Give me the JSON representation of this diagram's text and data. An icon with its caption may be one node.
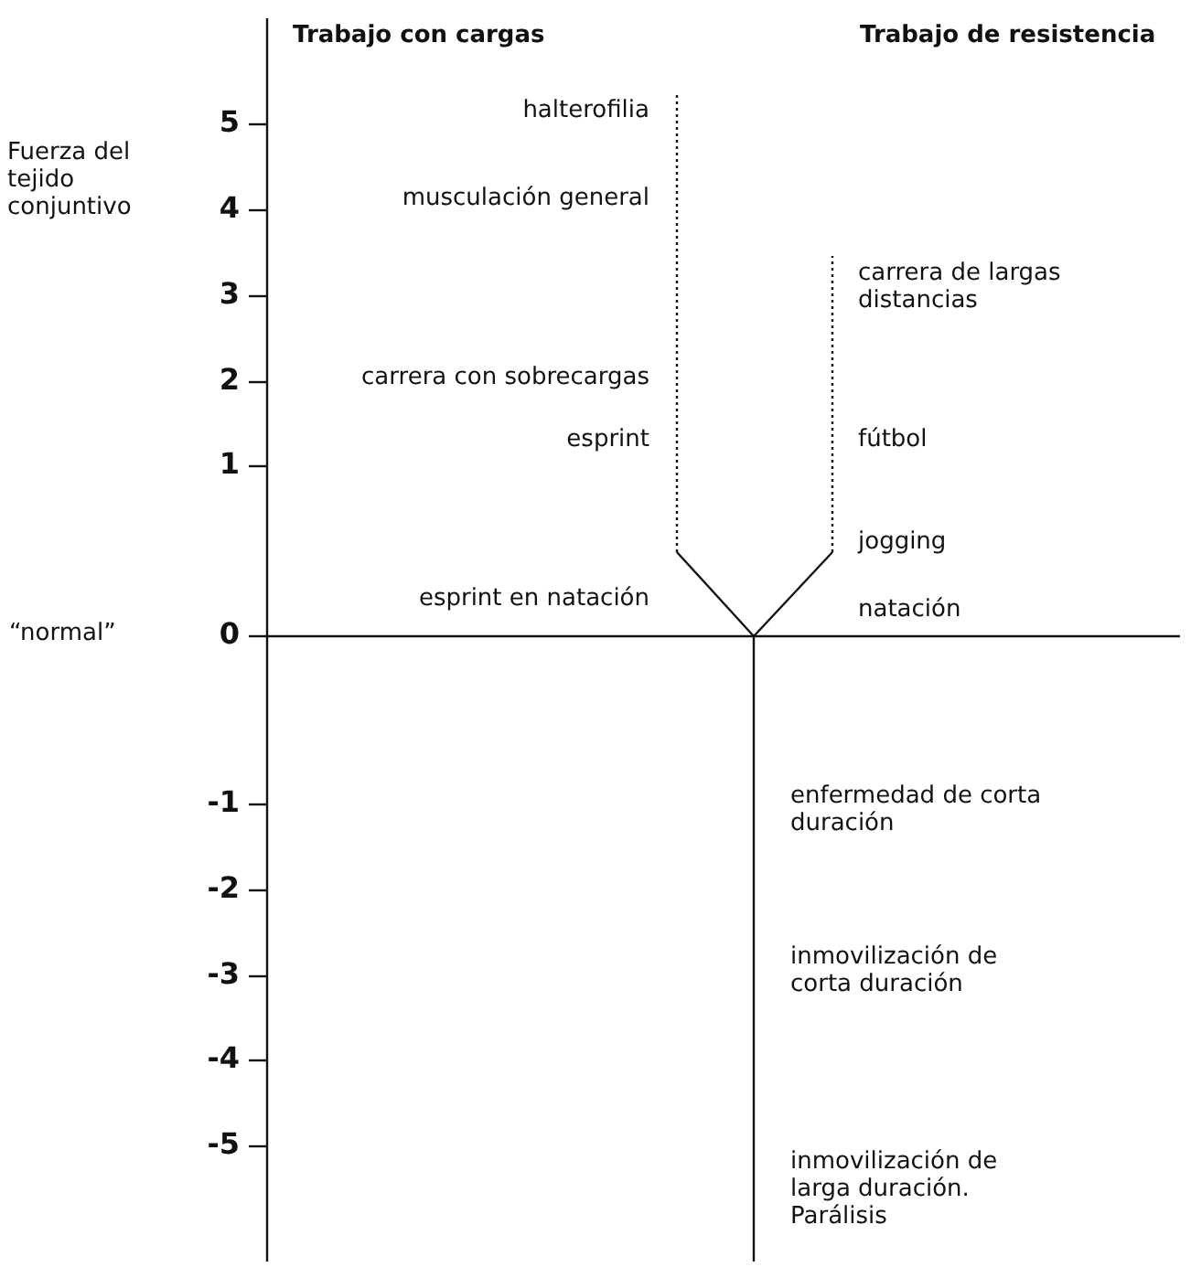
{
  "diagram": {
    "labels": [
      "Trabajo con cargas",
      "Trabajo de resistencia",
      "Fuerza del tejido conjuntivo",
      "5",
      "halterofilia",
      "4",
      "musculación general",
      "3",
      "carrera de largas distancias",
      "2",
      "carrera con sobrecargas",
      "1",
      "esprint",
      "fútbol",
      "jogging",
      "esprint en natación",
      "“normal”",
      "0",
      "natación",
      "-1",
      "enfermedad de corta duración",
      "-2",
      "-3",
      "inmovilización de corta duración",
      "-4",
      "-5",
      "inmovilización de larga duración. Parálisis"
    ]
  }
}
